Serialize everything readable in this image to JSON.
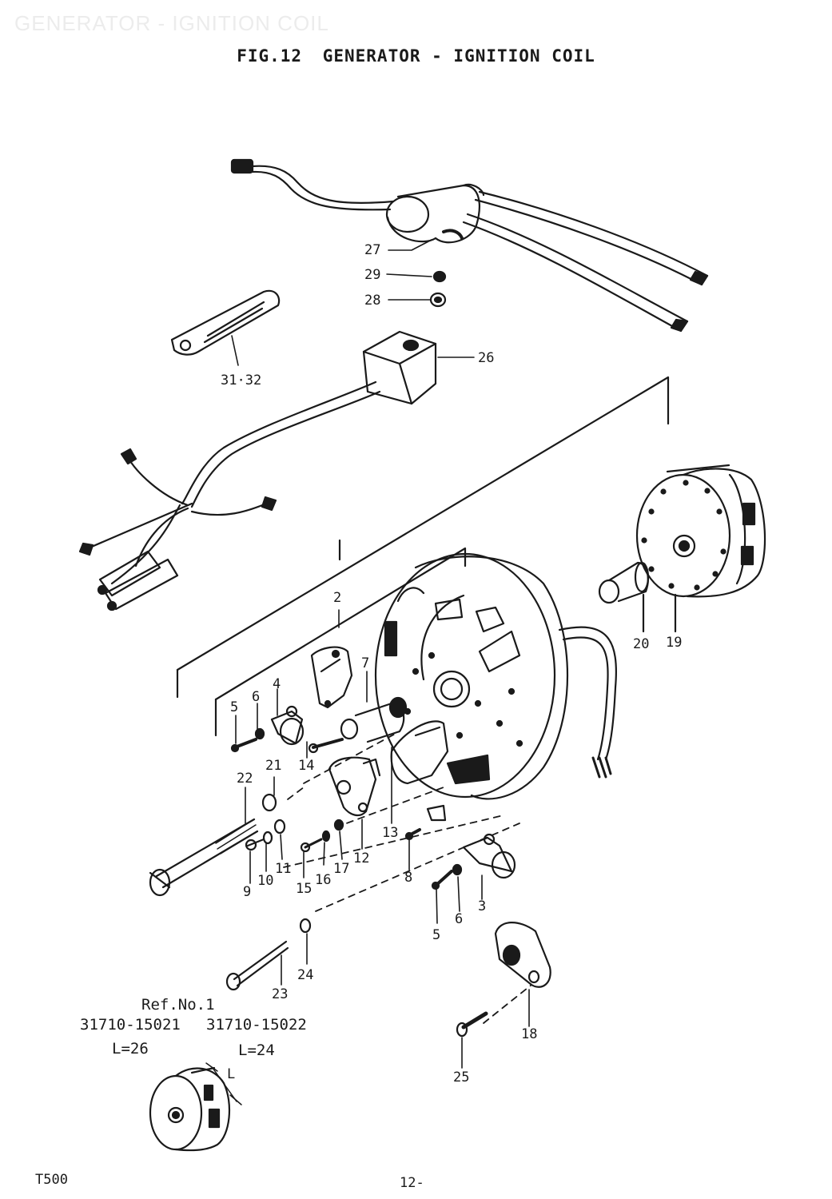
{
  "watermark": "GENERATOR - IGNITION COIL",
  "figure": {
    "number": "FIG.12",
    "title": "GENERATOR - IGNITION COIL"
  },
  "callouts": {
    "c2": "2",
    "c3": "3",
    "c4": "4",
    "c5a": "5",
    "c5b": "5",
    "c6a": "6",
    "c6b": "6",
    "c7": "7",
    "c8": "8",
    "c9": "9",
    "c10": "10",
    "c11": "11",
    "c12": "12",
    "c13": "13",
    "c14": "14",
    "c15": "15",
    "c16": "16",
    "c17": "17",
    "c18": "18",
    "c19": "19",
    "c20": "20",
    "c21": "21",
    "c22": "22",
    "c23": "23",
    "c24": "24",
    "c25": "25",
    "c26": "26",
    "c27": "27",
    "c28": "28",
    "c29": "29",
    "c3132": "31·32"
  },
  "reference": {
    "ref_label": "Ref.No.1",
    "part_a": "31710-15021",
    "part_b": "31710-15022",
    "length_a": "L=26",
    "length_b": "L=24",
    "dim": "L"
  },
  "footer": {
    "model": "T500",
    "page": "12-"
  }
}
